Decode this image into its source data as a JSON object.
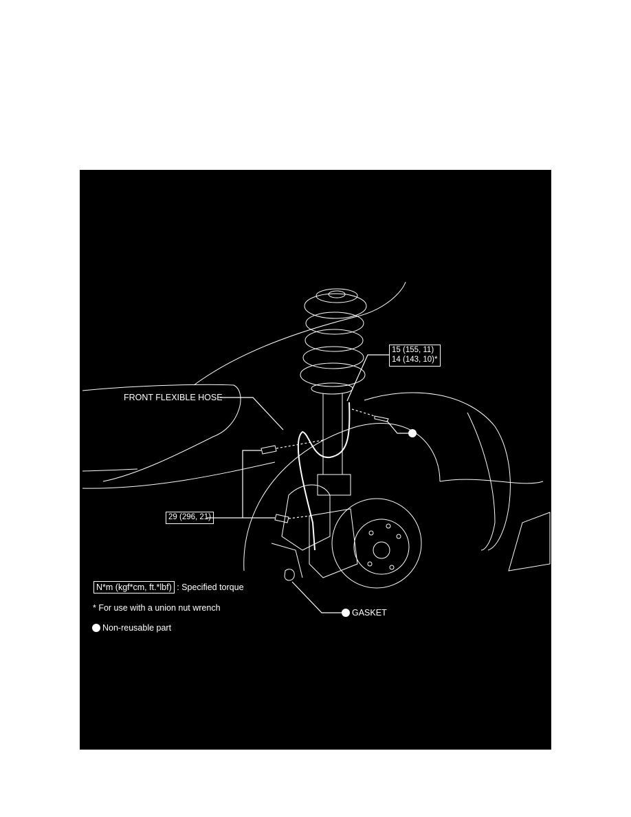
{
  "diagram": {
    "callouts": {
      "front_flexible_hose": "FRONT FLEXIBLE HOSE",
      "torque_upper_line1": "15 (155, 11)",
      "torque_upper_line2": "14 (143, 10)*",
      "torque_lower": "29 (296, 21)",
      "gasket": "GASKET"
    },
    "legend": {
      "torque_units": "N*m (kgf*cm, ft.*lbf)",
      "torque_desc": ": Specified torque",
      "union_nut_note": "* For use with a union nut wrench",
      "non_reusable": "Non-reusable part"
    },
    "colors": {
      "background": "#000000",
      "line": "#ffffff",
      "page": "#ffffff"
    }
  }
}
